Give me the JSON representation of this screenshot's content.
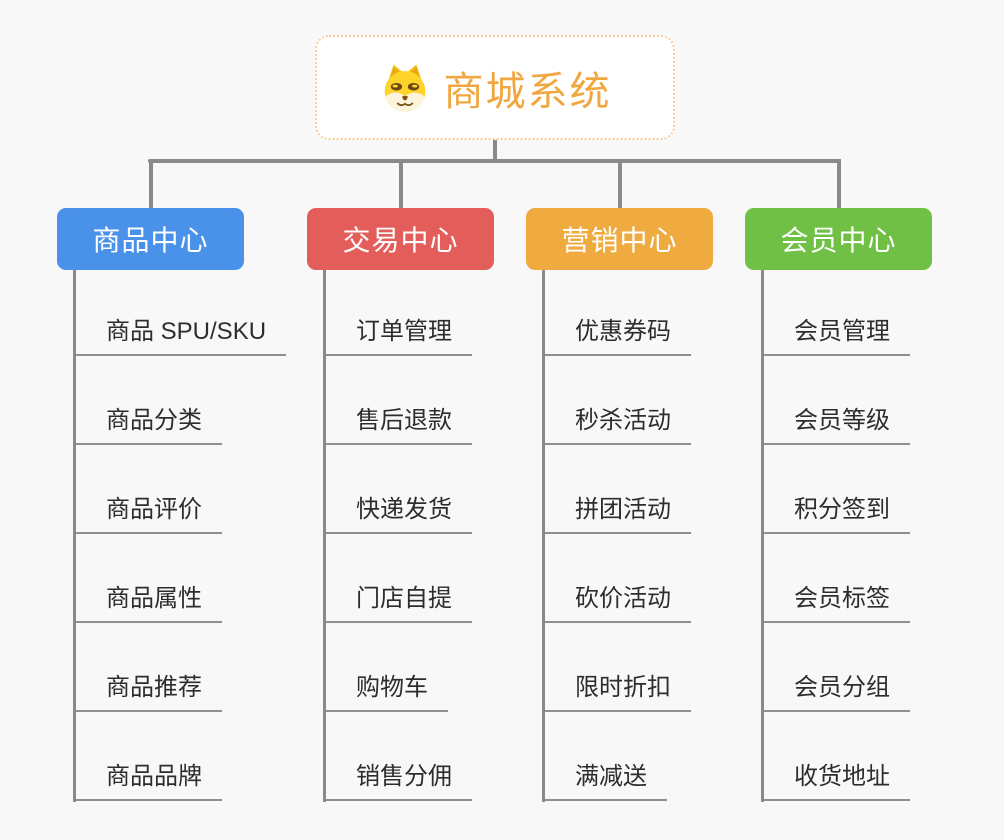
{
  "root": {
    "title": "商城系统",
    "icon": "dog-face-icon",
    "border_color": "#F6CF95",
    "title_color": "#F1A73F"
  },
  "branches": [
    {
      "label": "商品中心",
      "color": "#4A92E9",
      "items": [
        "商品 SPU/SKU",
        "商品分类",
        "商品评价",
        "商品属性",
        "商品推荐",
        "商品品牌"
      ]
    },
    {
      "label": "交易中心",
      "color": "#E35D5B",
      "items": [
        "订单管理",
        "售后退款",
        "快递发货",
        "门店自提",
        "购物车",
        "销售分佣"
      ]
    },
    {
      "label": "营销中心",
      "color": "#EFAB40",
      "items": [
        "优惠券码",
        "秒杀活动",
        "拼团活动",
        "砍价活动",
        "限时折扣",
        "满减送"
      ]
    },
    {
      "label": "会员中心",
      "color": "#6FC044",
      "items": [
        "会员管理",
        "会员等级",
        "积分签到",
        "会员标签",
        "会员分组",
        "收货地址"
      ]
    }
  ],
  "connector_color": "#8A8A8A",
  "background_color": "#F8F8F8"
}
